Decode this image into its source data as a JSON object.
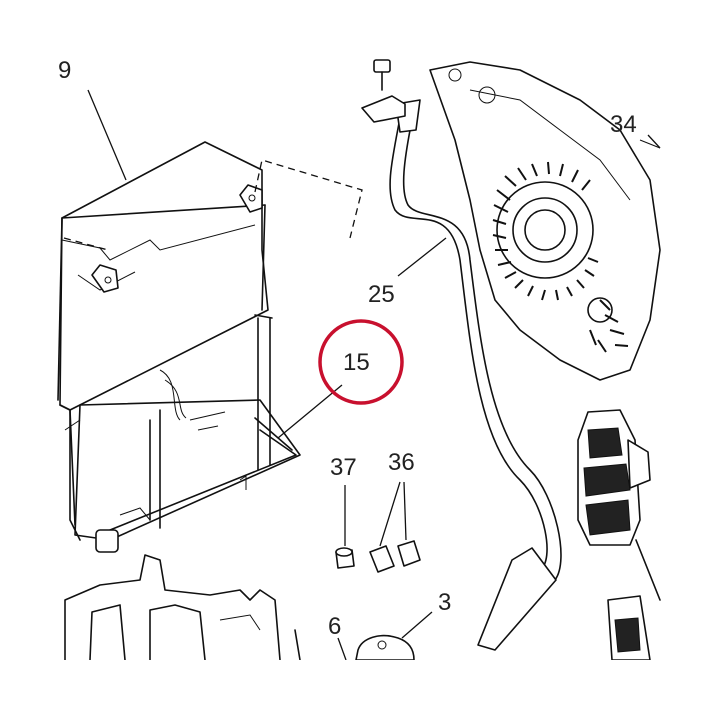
{
  "callouts": {
    "c9": "9",
    "c34": "34",
    "c25": "25",
    "c15": "15",
    "c37": "37",
    "c36": "36",
    "c3": "3",
    "c6": "6"
  },
  "highlighted_part": "15",
  "colors": {
    "highlight": "#c8102e",
    "line": "#111111",
    "background": "#ffffff"
  }
}
